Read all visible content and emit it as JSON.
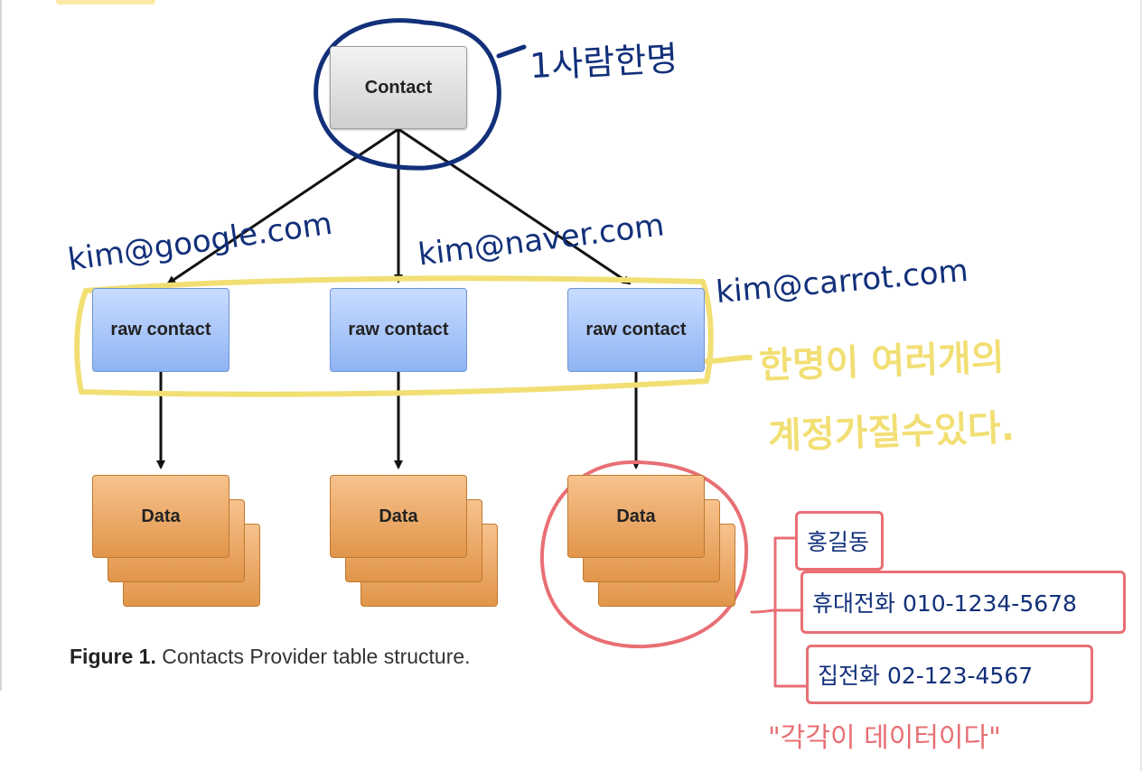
{
  "diagram": {
    "contact_label": "Contact",
    "raw_contact_label": "raw contact",
    "data_label": "Data",
    "caption_bold": "Figure 1.",
    "caption_text": " Contacts Provider table structure."
  },
  "annotations": {
    "contact_note": "1사람한명",
    "account_google": "kim@google.com",
    "account_naver": "kim@naver.com",
    "account_carrot": "kim@carrot.com",
    "accounts_note_line1": "한명이 여러개의",
    "accounts_note_line2": "계정가질수있다.",
    "data_item_name": "홍길동",
    "data_item_mobile": "휴대전화 010-1234-5678",
    "data_item_home": "집전화 02-123-4567",
    "data_note": "\"각각이 데이터이다\""
  },
  "colors": {
    "ink_blue": "#12307a",
    "ink_pink": "#e86f74",
    "highlight_yellow": "#f2df74",
    "raw_contact_fill": "#a9c7fb",
    "data_fill": "#eda965",
    "contact_fill": "#dedede"
  }
}
